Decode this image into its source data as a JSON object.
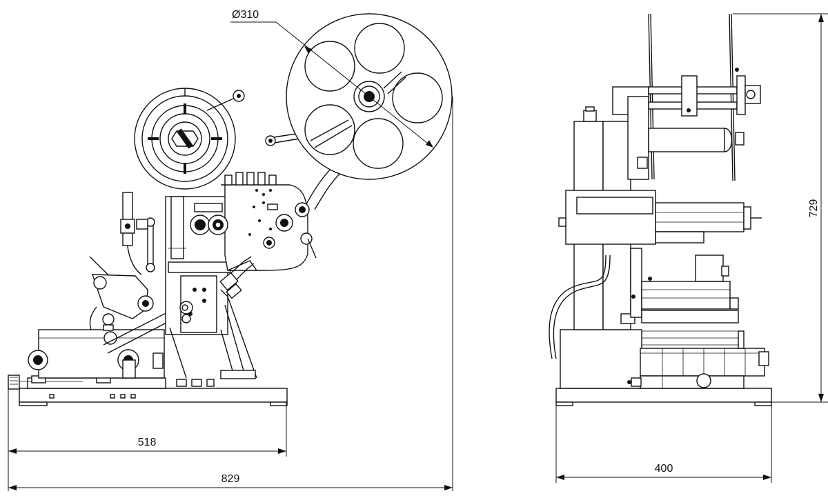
{
  "colors": {
    "line": "#111111",
    "background": "#ffffff"
  },
  "dimensions": {
    "reel_diameter": "Ø310",
    "base_length": "518",
    "overall_length": "829",
    "height": "729",
    "width": "400"
  }
}
